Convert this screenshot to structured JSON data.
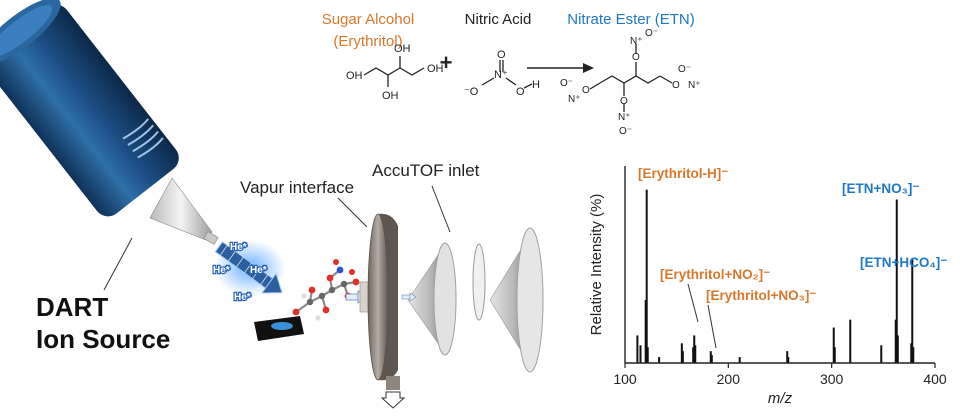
{
  "reaction": {
    "reactant1_line1": "Sugar Alcohol",
    "reactant1_line2": "(Erythritol)",
    "plus": "+",
    "reactant2": "Nitric Acid",
    "product": "Nitrate Ester (ETN)",
    "erythritol_atoms": {
      "oh": "OH",
      "o_minus": "⁻O",
      "n_plus": "N⁺",
      "o": "O",
      "h": "H"
    },
    "etn_atoms": {
      "o": "O",
      "n_plus": "N⁺",
      "o_minus": "O⁻"
    }
  },
  "apparatus": {
    "source_line1": "DART",
    "source_line2": "Ion Source",
    "interface_label": "Vapur interface",
    "inlet_label": "AccuTOF inlet",
    "helium_label": "He*"
  },
  "colors": {
    "erythritol": "#d9772b",
    "etn": "#1e78c8",
    "source_blue": "#1d4f86",
    "text": "#222222"
  },
  "chart_data": {
    "type": "bar",
    "title": "",
    "xlabel": "m/z",
    "ylabel": "Relative Intensity (%)",
    "xlim": [
      100,
      400
    ],
    "ylim": [
      0,
      100
    ],
    "xticks": [
      100,
      200,
      300,
      400
    ],
    "grid": false,
    "peaks": [
      {
        "x": 112,
        "y": 14
      },
      {
        "x": 115,
        "y": 9
      },
      {
        "x": 120,
        "y": 32
      },
      {
        "x": 121,
        "y": 88
      },
      {
        "x": 122,
        "y": 8
      },
      {
        "x": 133,
        "y": 3
      },
      {
        "x": 155,
        "y": 10
      },
      {
        "x": 156,
        "y": 6
      },
      {
        "x": 166,
        "y": 8
      },
      {
        "x": 167,
        "y": 14
      },
      {
        "x": 168,
        "y": 9
      },
      {
        "x": 183,
        "y": 6
      },
      {
        "x": 184,
        "y": 4
      },
      {
        "x": 211,
        "y": 3
      },
      {
        "x": 257,
        "y": 6
      },
      {
        "x": 258,
        "y": 3
      },
      {
        "x": 302,
        "y": 18
      },
      {
        "x": 303,
        "y": 8
      },
      {
        "x": 318,
        "y": 22
      },
      {
        "x": 348,
        "y": 9
      },
      {
        "x": 362,
        "y": 22
      },
      {
        "x": 363,
        "y": 83
      },
      {
        "x": 364,
        "y": 14
      },
      {
        "x": 377,
        "y": 10
      },
      {
        "x": 378,
        "y": 53
      },
      {
        "x": 379,
        "y": 8
      }
    ],
    "annotations": [
      {
        "text": "[Erythritol-H]⁻",
        "color": "erythritol"
      },
      {
        "text": "[Erythritol+NO₂]⁻",
        "color": "erythritol"
      },
      {
        "text": "[Erythritol+NO₃]⁻",
        "color": "erythritol"
      },
      {
        "text": "[ETN+NO₃]⁻",
        "color": "etn"
      },
      {
        "text": "[ETN+HCO₄]⁻",
        "color": "etn"
      }
    ]
  }
}
